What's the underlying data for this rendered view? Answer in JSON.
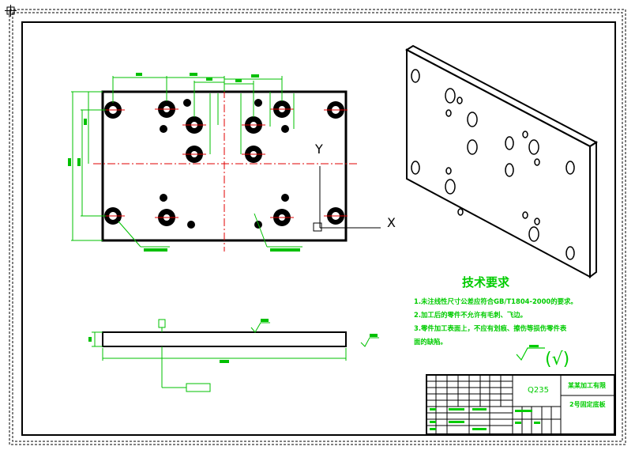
{
  "drawing": {
    "axis_y_label": "Y",
    "axis_x_label": "X",
    "tech_req_title": "技术要求",
    "tech_req_lines": [
      "1.未注线性尺寸公差应符合GB/T1804-2000的要求。",
      "2.加工后的零件不允许有毛刺、飞边。",
      "3.零件加工表面上，不应有划痕、擦伤等损伤零件表",
      "面的缺陷。"
    ],
    "roughness_note": "(√)",
    "title_block": {
      "material": "Q235",
      "company": "某某加工有限",
      "part_name": "2号固定底板"
    },
    "colors": {
      "border": "#000000",
      "geometry": "#000000",
      "dimension": "#00c000",
      "centerline": "#e00000",
      "annotation": "#00cc00"
    }
  }
}
